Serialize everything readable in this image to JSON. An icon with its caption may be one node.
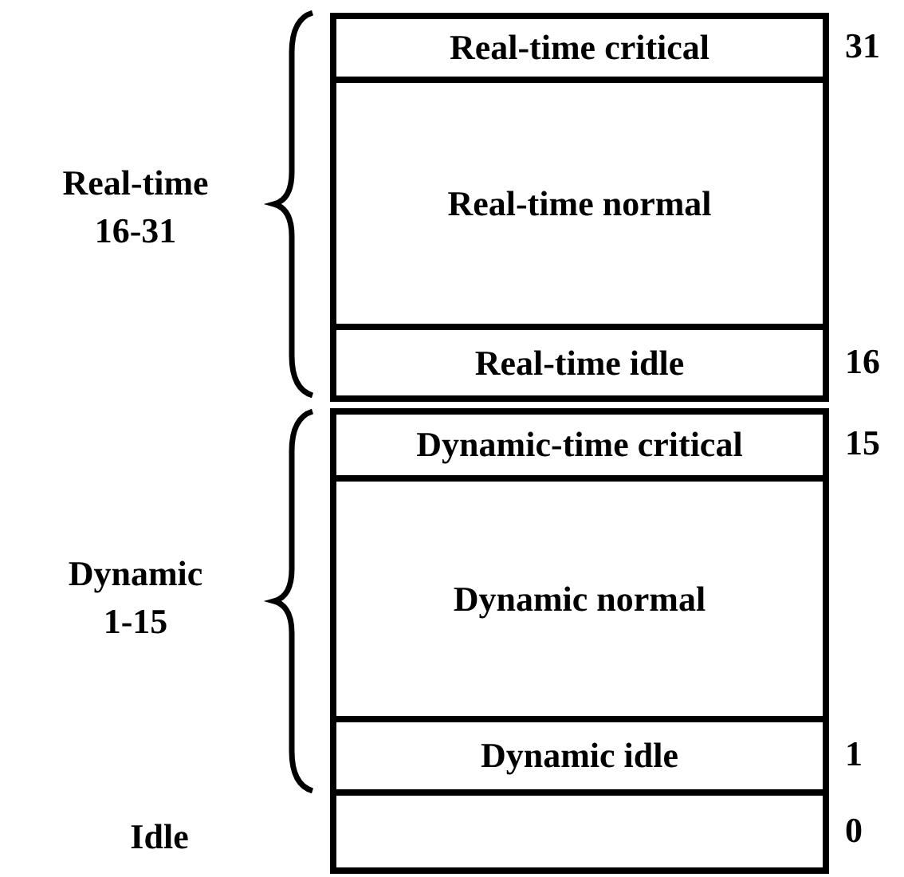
{
  "diagram": {
    "nodes": [
      {
        "text": [
          "Real-time critical"
        ],
        "beside": [
          "31"
        ]
      },
      {
        "text": [
          "Real-time normal"
        ]
      },
      {
        "text": [
          "Real-time idle"
        ],
        "beside": [
          "16"
        ]
      },
      {
        "text": [
          "Dynamic-time critical"
        ],
        "beside": [
          "15"
        ]
      },
      {
        "text": [
          "Dynamic normal"
        ]
      },
      {
        "text": [
          "Dynamic idle"
        ],
        "beside": [
          "1"
        ]
      },
      {
        "text": [],
        "shape": "box",
        "beside": [
          "0"
        ]
      }
    ],
    "labels": [
      "Real-time 16-31",
      "Dynamic 1-15",
      "Idle"
    ]
  }
}
